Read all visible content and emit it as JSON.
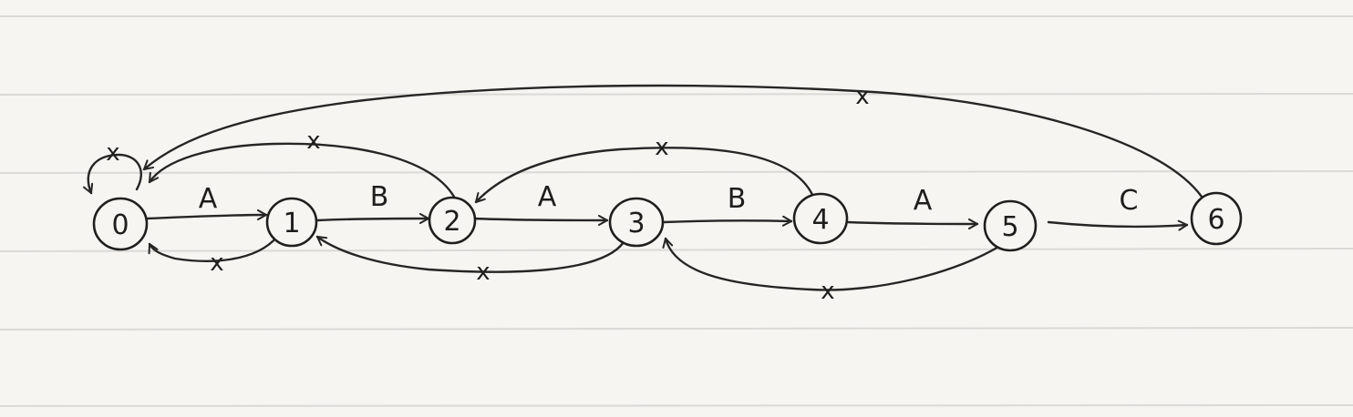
{
  "diagram": {
    "type": "state-machine",
    "nodes": [
      {
        "id": "0",
        "label": "0"
      },
      {
        "id": "1",
        "label": "1"
      },
      {
        "id": "2",
        "label": "2"
      },
      {
        "id": "3",
        "label": "3"
      },
      {
        "id": "4",
        "label": "4"
      },
      {
        "id": "5",
        "label": "5"
      },
      {
        "id": "6",
        "label": "6"
      }
    ],
    "forward_edges": [
      {
        "from": "0",
        "to": "1",
        "label": "A"
      },
      {
        "from": "1",
        "to": "2",
        "label": "B"
      },
      {
        "from": "2",
        "to": "3",
        "label": "A"
      },
      {
        "from": "3",
        "to": "4",
        "label": "B"
      },
      {
        "from": "4",
        "to": "5",
        "label": "A"
      },
      {
        "from": "5",
        "to": "6",
        "label": "C"
      }
    ],
    "back_edges": [
      {
        "from": "0",
        "to": "0",
        "label": "x"
      },
      {
        "from": "1",
        "to": "0",
        "label": "x"
      },
      {
        "from": "2",
        "to": "0",
        "label": "x"
      },
      {
        "from": "3",
        "to": "1",
        "label": "x"
      },
      {
        "from": "4",
        "to": "2",
        "label": "x"
      },
      {
        "from": "5",
        "to": "3",
        "label": "x"
      },
      {
        "from": "6",
        "to": "0",
        "label": "x"
      }
    ]
  }
}
